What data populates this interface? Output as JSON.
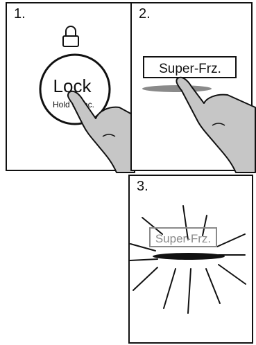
{
  "steps": [
    {
      "number": "1.",
      "button_label": "Lock",
      "sub_label": "Hold 3 sec.",
      "icon": "lock-icon"
    },
    {
      "number": "2.",
      "button_label": "Super-Frz."
    },
    {
      "number": "3.",
      "button_label": "Super-Frz."
    }
  ]
}
